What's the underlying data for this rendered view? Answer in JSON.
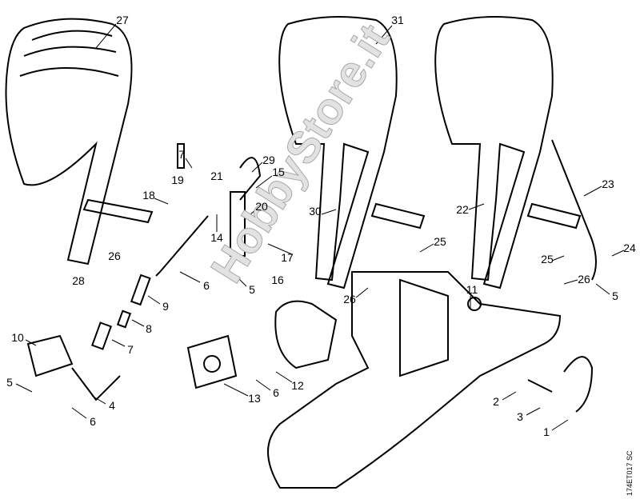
{
  "diagram": {
    "watermark": "HobbyStore.it",
    "drawing_code": "174ET017 SC",
    "callouts": [
      "27",
      "31",
      "7",
      "29",
      "19",
      "21",
      "15",
      "18",
      "20",
      "14",
      "26",
      "28",
      "17",
      "5",
      "16",
      "6",
      "9",
      "8",
      "7",
      "10",
      "5",
      "4",
      "6",
      "13",
      "6",
      "12",
      "30",
      "25",
      "26",
      "11",
      "22",
      "23",
      "24",
      "25",
      "26",
      "5",
      "2",
      "3",
      "1"
    ]
  }
}
